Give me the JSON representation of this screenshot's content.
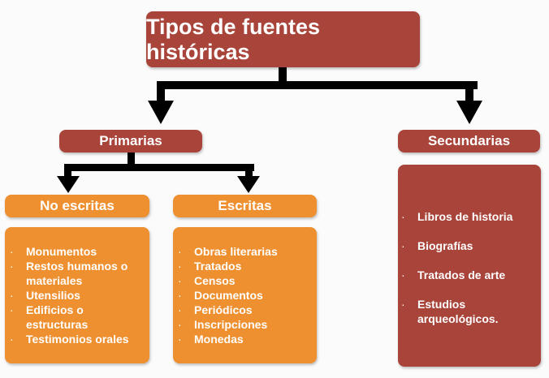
{
  "title": "Tipos de fuentes históricas",
  "primarias": {
    "label": "Primarias",
    "no_escritas": {
      "label": "No escritas",
      "items": [
        "Monumentos",
        "Restos humanos o materiales",
        "Utensilios",
        "Edificios o estructuras",
        "Testimonios orales"
      ]
    },
    "escritas": {
      "label": "Escritas",
      "items": [
        "Obras literarias",
        "Tratados",
        "Censos",
        "Documentos",
        "Periódicos",
        "Inscripciones",
        "Monedas"
      ]
    }
  },
  "secundarias": {
    "label": "Secundarias",
    "items": [
      "Libros de historia",
      "Biografías",
      "Tratados de arte",
      "Estudios arqueológicos."
    ]
  },
  "colors": {
    "red": "#a8443a",
    "orange": "#ef9030",
    "connector": "#000000"
  }
}
